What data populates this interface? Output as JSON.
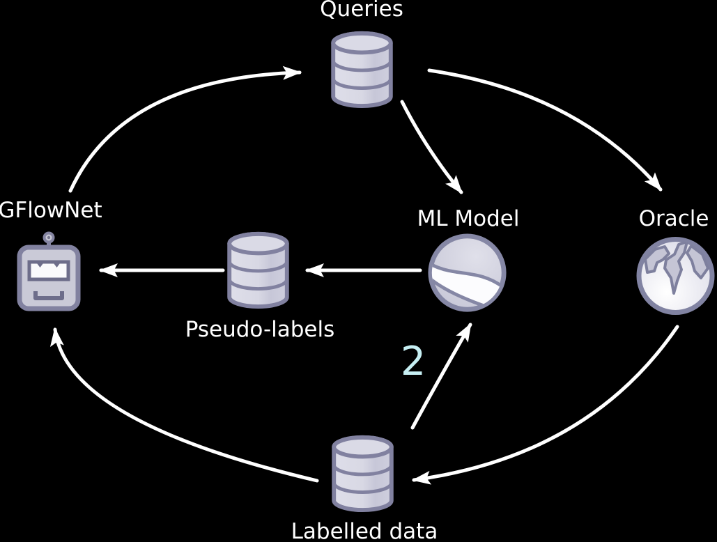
{
  "diagram": {
    "nodes": [
      {
        "id": "queries",
        "label": "Queries",
        "icon": "database-icon"
      },
      {
        "id": "gflownet",
        "label": "GFlowNet",
        "icon": "robot-icon"
      },
      {
        "id": "ml_model",
        "label": "ML Model",
        "icon": "sphere-icon"
      },
      {
        "id": "oracle",
        "label": "Oracle",
        "icon": "globe-icon"
      },
      {
        "id": "pseudo_labels",
        "label": "Pseudo-labels",
        "icon": "database-icon"
      },
      {
        "id": "labelled_data",
        "label": "Labelled data",
        "icon": "database-icon"
      }
    ],
    "edges": [
      {
        "from": "GFlowNet",
        "to": "Queries"
      },
      {
        "from": "Queries",
        "to": "ML Model"
      },
      {
        "from": "Queries",
        "to": "Oracle"
      },
      {
        "from": "ML Model",
        "to": "Pseudo-labels"
      },
      {
        "from": "Pseudo-labels",
        "to": "GFlowNet"
      },
      {
        "from": "Labelled data",
        "to": "GFlowNet"
      },
      {
        "from": "Labelled data",
        "to": "ML Model",
        "annotation": "2"
      },
      {
        "from": "Oracle",
        "to": "Labelled data"
      }
    ],
    "colors": {
      "background": "#000000",
      "label_text": "#ffffff",
      "arrow": "#ffffff",
      "annotation": "#c6eff3",
      "icon_fill": "#cfcfdd",
      "icon_fill_light": "#fafafc",
      "icon_outline": "#8181a0"
    }
  }
}
